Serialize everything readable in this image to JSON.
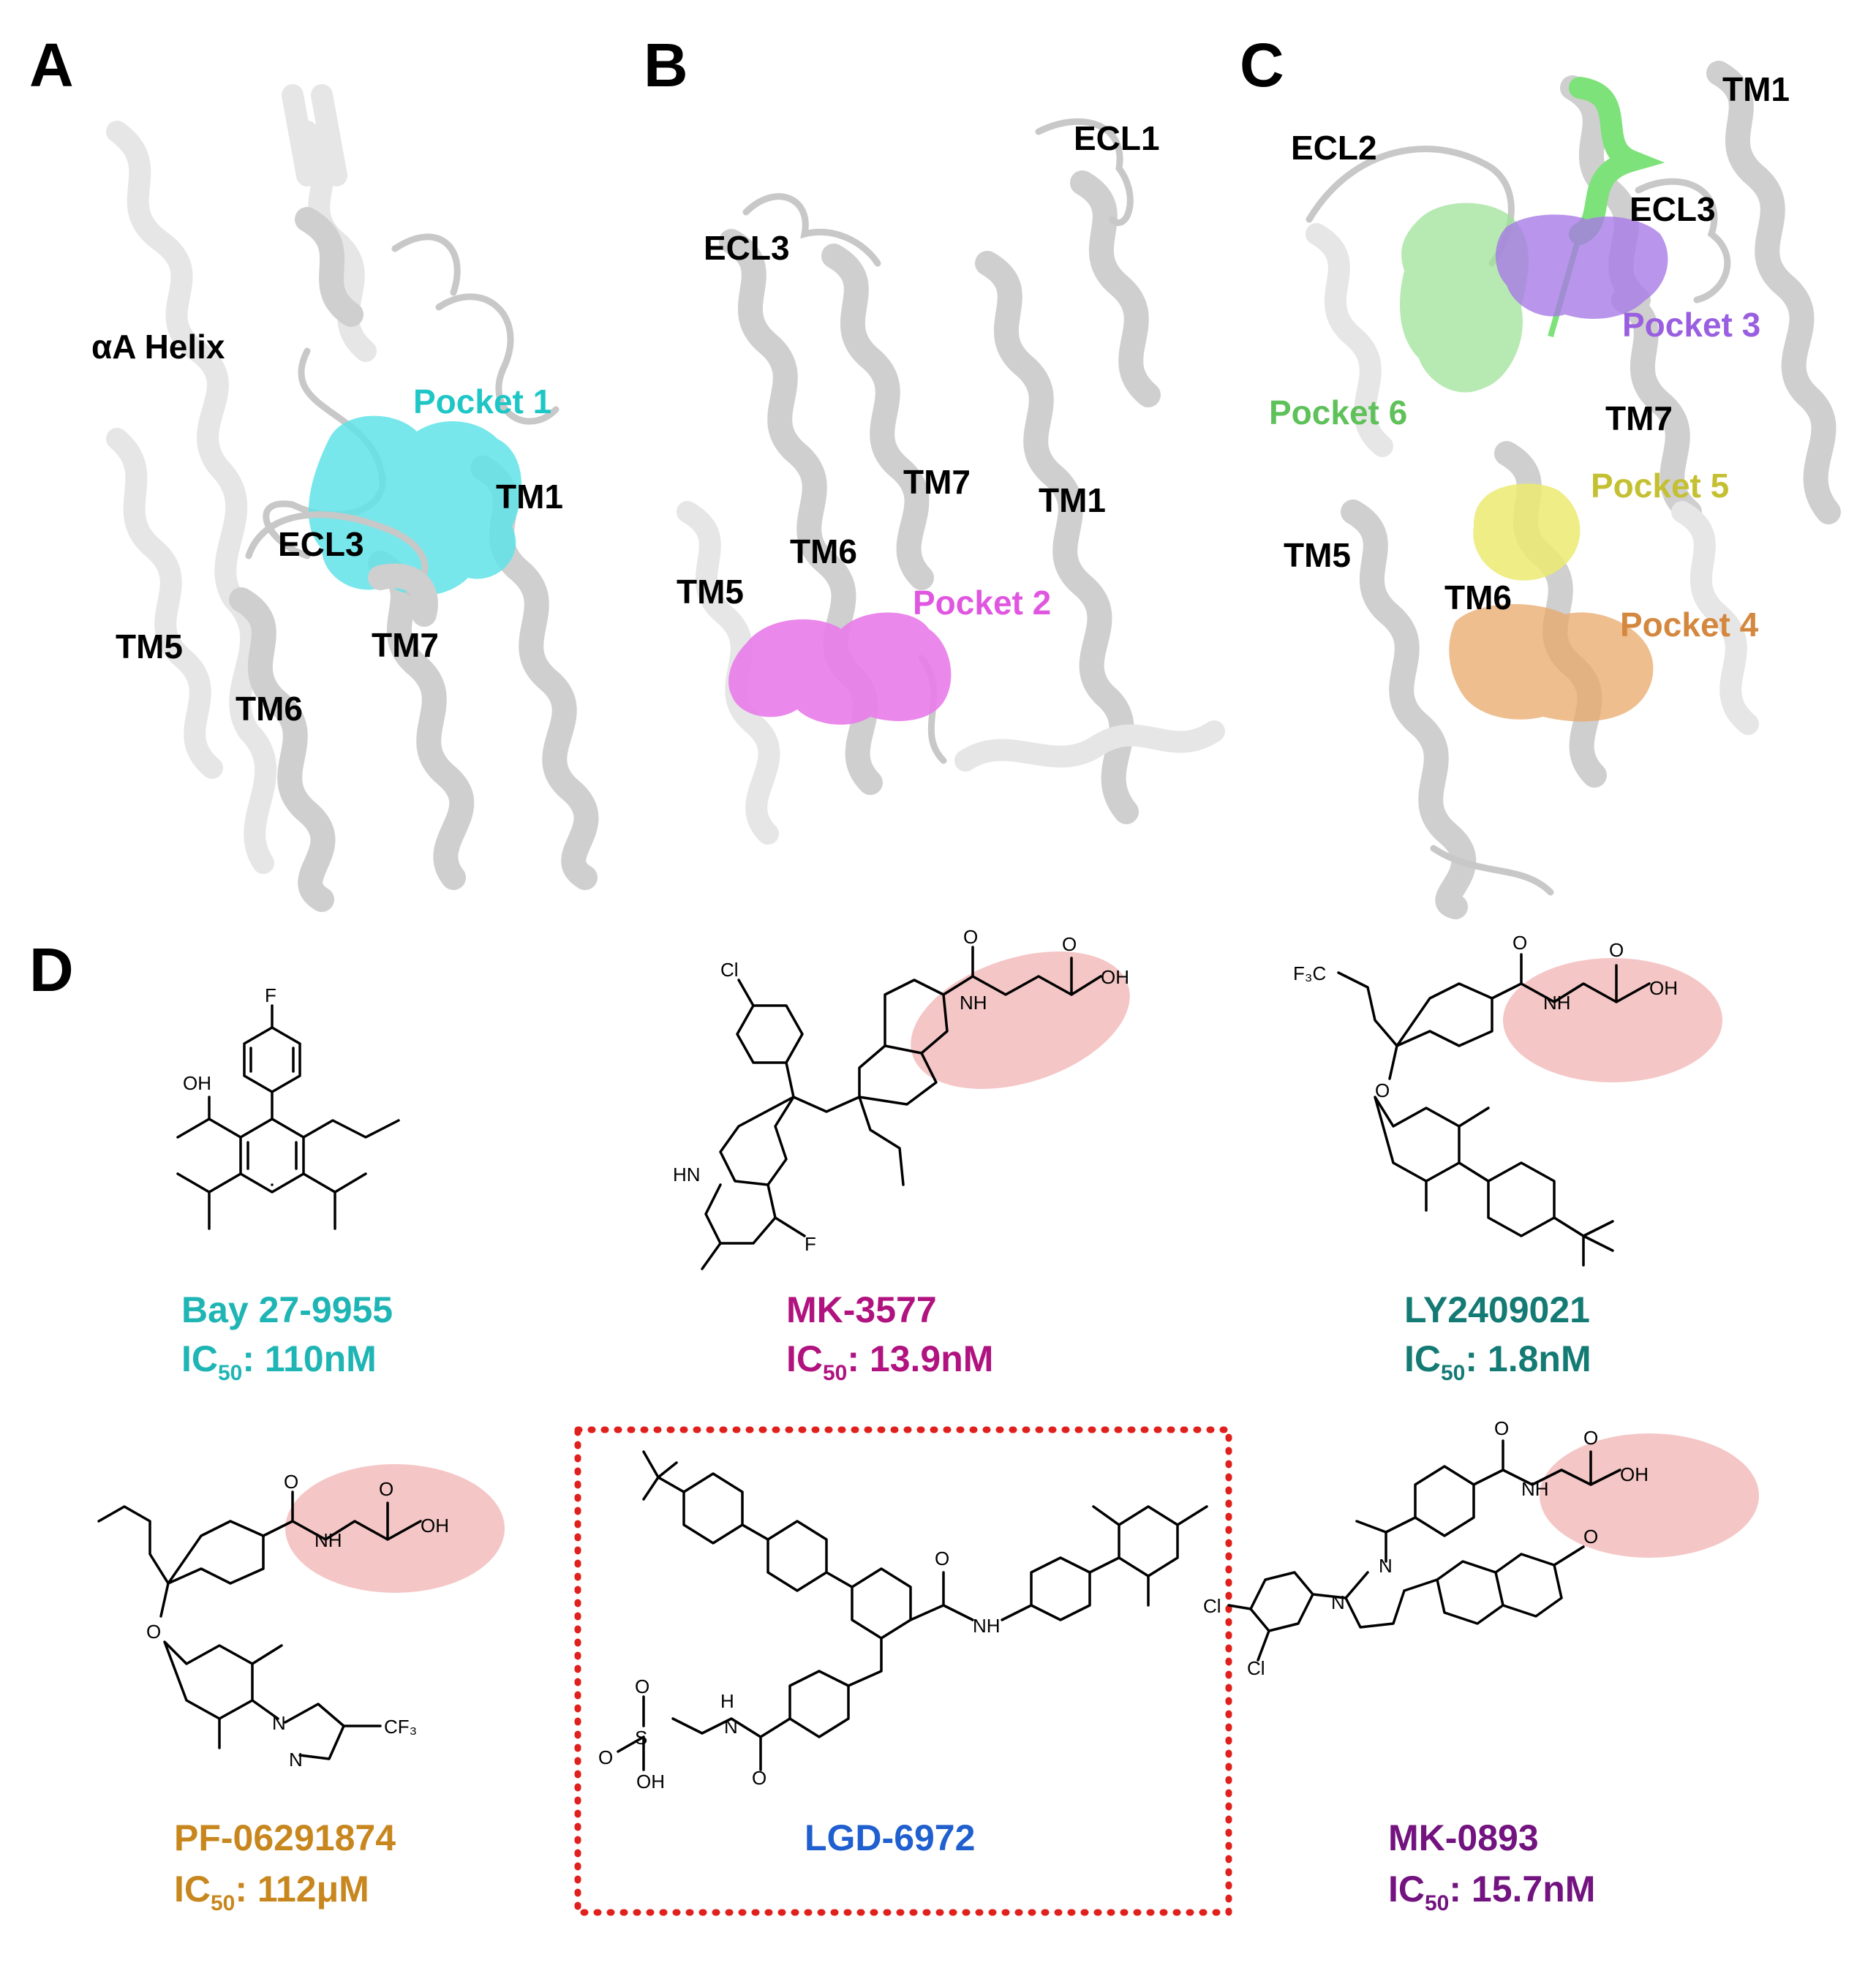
{
  "panels": {
    "A": {
      "letter": "A",
      "labels": [
        "αA Helix",
        "Pocket 1",
        "TM1",
        "ECL3",
        "TM5",
        "TM6",
        "TM7"
      ],
      "pocket_color": "#5fe3e8"
    },
    "B": {
      "letter": "B",
      "labels": [
        "ECL1",
        "ECL3",
        "TM7",
        "TM1",
        "TM6",
        "TM5",
        "Pocket 2"
      ],
      "pocket_color": "#e97be9"
    },
    "C": {
      "letter": "C",
      "labels": [
        "TM1",
        "ECL2",
        "ECL3",
        "Pocket 3",
        "Pocket 6",
        "TM7",
        "Pocket 5",
        "TM5",
        "TM6",
        "Pocket 4"
      ],
      "pocket_colors": {
        "pocket3": "#a77be6",
        "pocket4": "#e8a86a",
        "pocket5": "#ecea70",
        "pocket6": "#9fe39a"
      }
    },
    "D": {
      "letter": "D"
    }
  },
  "compounds": [
    {
      "name": "Bay 27-9955",
      "ic_prefix": "IC",
      "ic_sub": "50",
      "ic_value": ": 110nM",
      "color": "#1fb5b5"
    },
    {
      "name": "MK-3577",
      "ic_prefix": "IC",
      "ic_sub": "50",
      "ic_value": ": 13.9nM",
      "color": "#b0137f"
    },
    {
      "name": "LY2409021",
      "ic_prefix": "IC",
      "ic_sub": "50",
      "ic_value": ": 1.8nM",
      "color": "#147a74"
    },
    {
      "name": "PF-06291874",
      "ic_prefix": "IC",
      "ic_sub": "50",
      "ic_value": ": 112μM",
      "color": "#c8871e"
    },
    {
      "name": "LGD-6972",
      "color": "#1f5fcf"
    },
    {
      "name": "MK-0893",
      "ic_prefix": "IC",
      "ic_sub": "50",
      "ic_value": ": 15.7nM",
      "color": "#731380"
    }
  ],
  "atoms": {
    "F": "F",
    "OH": "OH",
    "Cl": "Cl",
    "O": "O",
    "N": "N",
    "NH": "NH",
    "HN": "HN",
    "H": "H",
    "F3C": "F₃C",
    "CF3": "CF₃",
    "S": "S"
  },
  "highlight_color": "#f5c6c6",
  "box_color": "#e0201c"
}
